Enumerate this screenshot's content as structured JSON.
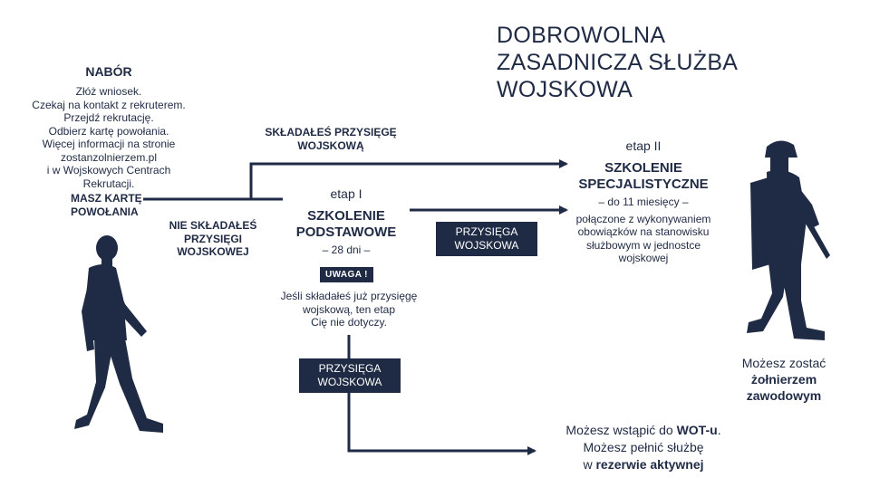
{
  "title": {
    "line1": "DOBROWOLNA",
    "line2": "ZASADNICZA SŁUŻBA",
    "line3": "WOJSKOWA"
  },
  "nabor": {
    "heading": "NABÓR",
    "lines": [
      "Złóż wniosek.",
      "Czekaj na kontakt z rekruterem.",
      "Przejdź rekrutację.",
      "Odbierz kartę powołania.",
      "Więcej informacji na stronie",
      "zostanzolnierzem.pl",
      "i w Wojskowych Centrach",
      "Rekrutacji."
    ]
  },
  "masz_karte": {
    "line1": "MASZ KARTĘ",
    "line2": "POWOŁANIA"
  },
  "skladales": {
    "line1": "SKŁADAŁEŚ PRZYSIĘGĘ",
    "line2": "WOJSKOWĄ"
  },
  "nie_skladales": {
    "line1": "NIE SKŁADAŁEŚ",
    "line2": "PRZYSIĘGI",
    "line3": "WOJSKOWEJ"
  },
  "etap1": {
    "label": "etap I",
    "name1": "SZKOLENIE",
    "name2": "PODSTAWOWE",
    "duration": "– 28 dni –",
    "warning": "UWAGA !",
    "note1": "Jeśli składałeś już przysięgę",
    "note2": "wojskową, ten etap",
    "note3": "Cię nie dotyczy."
  },
  "etap2": {
    "label": "etap II",
    "name1": "SZKOLENIE",
    "name2": "SPECJALISTYCZNE",
    "duration": "– do 11 miesięcy –",
    "desc1": "połączone z wykonywaniem",
    "desc2": "obowiązków na stanowisku",
    "desc3": "służbowym w jednostce",
    "desc4": "wojskowej"
  },
  "przysiega_box_1": {
    "line1": "PRZYSIĘGA",
    "line2": "WOJSKOWA"
  },
  "przysiega_box_2": {
    "line1": "PRZYSIĘGA",
    "line2": "WOJSKOWA"
  },
  "outcome_soldier": {
    "line1": "Możesz zostać",
    "line2": "żołnierzem",
    "line3": "zawodowym"
  },
  "outcome_wot": {
    "line1_pre": "Możesz wstąpić do ",
    "line1_bold": "WOT-u",
    "line1_post": ".",
    "line2": "Możesz pełnić służbę",
    "line3_pre": "w ",
    "line3_bold": "rezerwie aktywnej"
  },
  "icons": {
    "recruit": "walking-man-silhouette-icon",
    "soldier": "soldier-silhouette-icon"
  },
  "colors": {
    "navy": "#1f2a44",
    "white": "#ffffff"
  }
}
